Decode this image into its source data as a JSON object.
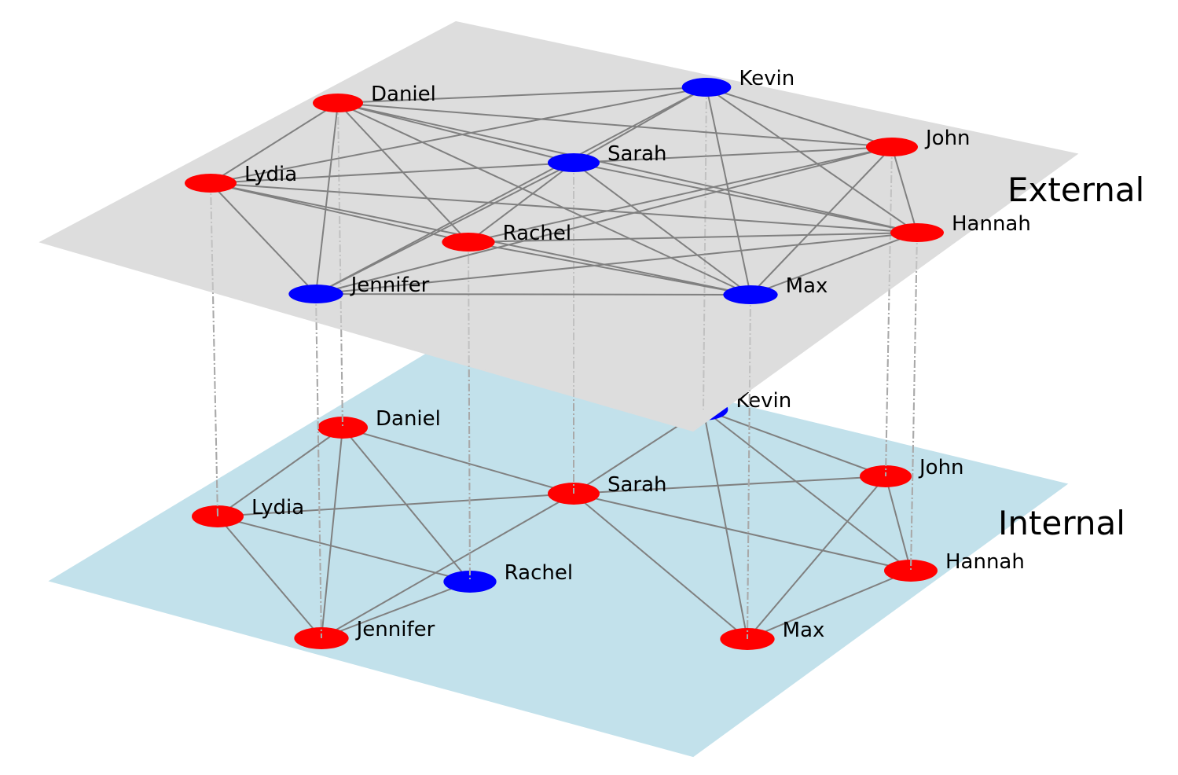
{
  "colors": {
    "external_plane": "#dddddd",
    "internal_plane": "#c2e1eb",
    "edge": "#808080",
    "interlayer_edge": "#a9a9a9",
    "node_red": "#ff0000",
    "node_blue": "#0000ff"
  },
  "layers": {
    "external": {
      "title": "External",
      "nodes": [
        {
          "id": "Daniel",
          "label": "Daniel",
          "color": "red"
        },
        {
          "id": "Kevin",
          "label": "Kevin",
          "color": "blue"
        },
        {
          "id": "John",
          "label": "John",
          "color": "red"
        },
        {
          "id": "Sarah",
          "label": "Sarah",
          "color": "blue"
        },
        {
          "id": "Lydia",
          "label": "Lydia",
          "color": "red"
        },
        {
          "id": "Hannah",
          "label": "Hannah",
          "color": "red"
        },
        {
          "id": "Rachel",
          "label": "Rachel",
          "color": "red"
        },
        {
          "id": "Jennifer",
          "label": "Jennifer",
          "color": "blue"
        },
        {
          "id": "Max",
          "label": "Max",
          "color": "blue"
        }
      ],
      "edges": [
        [
          "Daniel",
          "Kevin"
        ],
        [
          "Daniel",
          "John"
        ],
        [
          "Daniel",
          "Sarah"
        ],
        [
          "Daniel",
          "Lydia"
        ],
        [
          "Daniel",
          "Rachel"
        ],
        [
          "Daniel",
          "Jennifer"
        ],
        [
          "Daniel",
          "Hannah"
        ],
        [
          "Daniel",
          "Max"
        ],
        [
          "Kevin",
          "Lydia"
        ],
        [
          "Kevin",
          "Sarah"
        ],
        [
          "Kevin",
          "Jennifer"
        ],
        [
          "Kevin",
          "Max"
        ],
        [
          "Kevin",
          "Hannah"
        ],
        [
          "Kevin",
          "John"
        ],
        [
          "Sarah",
          "John"
        ],
        [
          "Sarah",
          "Lydia"
        ],
        [
          "Sarah",
          "Jennifer"
        ],
        [
          "Sarah",
          "Hannah"
        ],
        [
          "Sarah",
          "Max"
        ],
        [
          "Sarah",
          "Rachel"
        ],
        [
          "John",
          "Hannah"
        ],
        [
          "John",
          "Max"
        ],
        [
          "John",
          "Jennifer"
        ],
        [
          "John",
          "Rachel"
        ],
        [
          "Lydia",
          "Hannah"
        ],
        [
          "Lydia",
          "Rachel"
        ],
        [
          "Lydia",
          "Jennifer"
        ],
        [
          "Lydia",
          "Max"
        ],
        [
          "Rachel",
          "Hannah"
        ],
        [
          "Rachel",
          "Max"
        ],
        [
          "Jennifer",
          "Max"
        ],
        [
          "Jennifer",
          "Hannah"
        ],
        [
          "Max",
          "Hannah"
        ]
      ]
    },
    "internal": {
      "title": "Internal",
      "nodes": [
        {
          "id": "Daniel",
          "label": "Daniel",
          "color": "red"
        },
        {
          "id": "Kevin",
          "label": "Kevin",
          "color": "blue"
        },
        {
          "id": "John",
          "label": "John",
          "color": "red"
        },
        {
          "id": "Sarah",
          "label": "Sarah",
          "color": "red"
        },
        {
          "id": "Lydia",
          "label": "Lydia",
          "color": "red"
        },
        {
          "id": "Hannah",
          "label": "Hannah",
          "color": "red"
        },
        {
          "id": "Rachel",
          "label": "Rachel",
          "color": "blue"
        },
        {
          "id": "Jennifer",
          "label": "Jennifer",
          "color": "red"
        },
        {
          "id": "Max",
          "label": "Max",
          "color": "red"
        }
      ],
      "edges": [
        [
          "Daniel",
          "Lydia"
        ],
        [
          "Daniel",
          "Jennifer"
        ],
        [
          "Daniel",
          "Rachel"
        ],
        [
          "Daniel",
          "Sarah"
        ],
        [
          "Lydia",
          "Sarah"
        ],
        [
          "Lydia",
          "Rachel"
        ],
        [
          "Lydia",
          "Jennifer"
        ],
        [
          "Sarah",
          "Kevin"
        ],
        [
          "Sarah",
          "John"
        ],
        [
          "Sarah",
          "Hannah"
        ],
        [
          "Sarah",
          "Max"
        ],
        [
          "Sarah",
          "Jennifer"
        ],
        [
          "Rachel",
          "Jennifer"
        ],
        [
          "Kevin",
          "John"
        ],
        [
          "Kevin",
          "Hannah"
        ],
        [
          "Kevin",
          "Max"
        ],
        [
          "John",
          "Hannah"
        ],
        [
          "John",
          "Max"
        ],
        [
          "Hannah",
          "Max"
        ]
      ]
    }
  }
}
